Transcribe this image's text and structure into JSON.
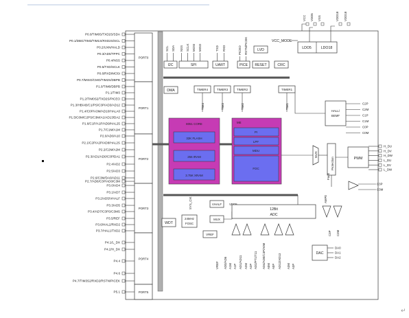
{
  "ports": [
    {
      "name": "PORT0",
      "pins": [
        "P0.0/TIM0S/TXD2S/SDA",
        "P0.1/DBG/TIM3/TIM1S/RXD2S/SCL",
        "P0.2/UXN/HALD",
        "P0.3/AD0/TPPC",
        "P0.4/NSS",
        "P0.5/TXD/SCLK",
        "P0.6/RXD/MOSI",
        "P0.7/MISO/CMO/TIM2S/DBPB"
      ]
    },
    {
      "name": "PORT1",
      "pins": [
        "P1.0/TIM0/DBPB",
        "P1.1/TIM3",
        "P1.2/TIM0S2/TXD2S/PICEO",
        "P1.3/HB/AB/C1/PS/C3P/AD3/AD12",
        "P1.4/C0P/A3M/AD10/HALA0",
        "P1.5/C0M/C2PS/C3M/A1/AD13/DA2",
        "P1.6/C1P/A1P/AD9/HAL25",
        "P1.7/C1M/A1M"
      ]
    },
    {
      "name": "PORT2",
      "pins": [
        "P2.0/AD0/A10",
        "P2.1/C2P/A2P/AD8/HAL2S",
        "P2.2/C2M/A2M",
        "P2.3/AD1/AD0/C3P/DA1",
        "P2.4/AD2",
        "P2.5/AD3",
        "P2.6/C3M/DA0/AD11",
        "P2.7/AD6/C3P/AD0/C3M"
      ]
    },
    {
      "name": "PORT3",
      "pins": [
        "P3.0/AD4",
        "P3.1/AD7",
        "P3.2/AD5/VHALF",
        "P3.3/AD5",
        "P3.4/AD7/C3PS/C3MS",
        "P3.5/REF",
        "P3.6/HAL2/RXD2",
        "P3.7/HAL1/TXD2"
      ]
    },
    {
      "name": "PORT4",
      "pins": [
        "P4.1/L_DX",
        "P4.2/H_DX",
        "P4.4",
        "P4.6",
        "P4.7/TIM3S2/RXD2/RSTN/PICEK"
      ]
    },
    {
      "name": "PORT5",
      "pins": [
        "P5.1"
      ]
    }
  ],
  "top_signals": {
    "i2c": [
      "SCL",
      "SDA"
    ],
    "spi": [
      "NSS",
      "SCLK",
      "MOSI",
      "MISO"
    ],
    "uart": [
      "TXD",
      "RXD"
    ],
    "pice": [
      "PICEO",
      "RSTN/PICEK"
    ],
    "power": [
      "VCC",
      "VDD5",
      "VSS",
      "VDD18",
      "VDD18"
    ]
  },
  "blocks": {
    "i2c": "I2C",
    "spi": "SPI",
    "uart": "UART",
    "pice": "PICE",
    "reset": "RESET",
    "lvd": "LVD",
    "crc": "CRC",
    "ldo5": "LDO5",
    "ldo18": "LDO18",
    "vcc_mode": "VCC_MODE",
    "dma": "DMA",
    "timer4": "TIMER4",
    "timer3": "TIMER3",
    "timer2": "TIMER2",
    "timer1": "TIMER1",
    "hall": "HALL/ BEMF",
    "core_title": "8051 CORE",
    "flash": "32K FLASH",
    "iram": "256 IRAM",
    "xram": "3.75K XRAM",
    "me_title": "ME",
    "pi": "PI",
    "lpf": "LPF",
    "mdu": "MDU",
    "foc": "FOC",
    "mux": "MUX",
    "protection": "Protection",
    "pwm": "PWM",
    "wdt": "WDT",
    "osc": "24MHz FOSC",
    "syscik": "SYS_CIK",
    "vhalf": "VHALF",
    "vdd5_lbl": "VDD5",
    "mux2": "MUX",
    "vref": "VREF",
    "adc": "12Bit ADC",
    "dac": "DAC",
    "fault": "Fault",
    "amp_label": "AMP0"
  },
  "timer_pins": [
    "TIM4",
    "TIM3",
    "TIM2",
    "TIM1"
  ],
  "bemf_inputs": [
    "C2P",
    "C2M",
    "C1P",
    "C1M",
    "C0P",
    "C0M"
  ],
  "pwm_outputs": [
    "H_DU",
    "H_DV",
    "H_DW",
    "L_DU",
    "L_DV",
    "L_DW"
  ],
  "cmp_inputs": [
    "C3P",
    "C3M"
  ],
  "dac_outputs": [
    "DA0",
    "DA1",
    "DA2"
  ],
  "bottom_signals": [
    "VREF",
    "AD0/AD6",
    "A1M",
    "A1P",
    "AD1/AD11",
    "A2M",
    "A2P",
    "AD2/PT1/T11",
    "AD4/AD0/C3P/A0M",
    "A0M",
    "A0P",
    "AD12/AD13",
    "A3M",
    "A3P"
  ],
  "amp_signals": [
    "C3P",
    "C3M"
  ]
}
